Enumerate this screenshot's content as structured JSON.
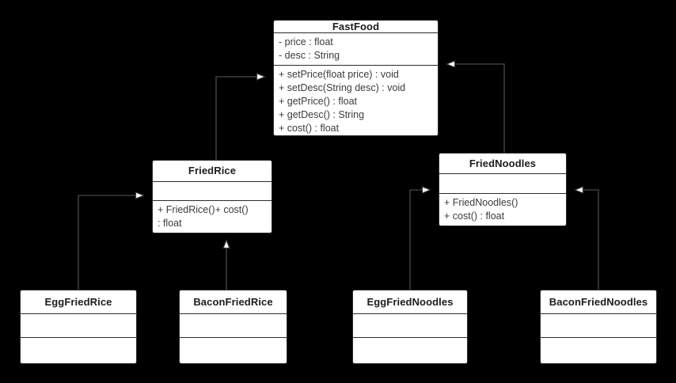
{
  "diagram": {
    "type": "uml-class-diagram",
    "title": "FastFood class hierarchy",
    "background_color": "#000000",
    "box_fill_color": "#ffffff",
    "box_border_color": "#2b2b2b",
    "line_color": "#3c3c3c",
    "relationship_type": "generalization"
  },
  "classes": [
    {
      "id": "fastfood",
      "name": "FastFood",
      "attributes": [
        "- price : float",
        "- desc : String"
      ],
      "methods": [
        "+ setPrice(float price) : void",
        "+ setDesc(String desc) : void",
        "+ getPrice() : float",
        "+ getDesc() : String",
        "+ cost() : float"
      ]
    },
    {
      "id": "friedrice",
      "name": "FriedRice",
      "attributes": [],
      "methods": [
        "+ FriedRice()+ cost()\n: float"
      ]
    },
    {
      "id": "friednoodles",
      "name": "FriedNoodles",
      "attributes": [],
      "methods": [
        "+ FriedNoodles()",
        "+ cost() : float"
      ]
    },
    {
      "id": "eggfriedrice",
      "name": "EggFriedRice",
      "attributes": [],
      "methods": []
    },
    {
      "id": "baconfriedrice",
      "name": "BaconFriedRice",
      "attributes": [],
      "methods": []
    },
    {
      "id": "eggfriednoodles",
      "name": "EggFriedNoodles",
      "attributes": [],
      "methods": []
    },
    {
      "id": "baconfriednoodles",
      "name": "BaconFriedNoodles",
      "attributes": [],
      "methods": []
    }
  ],
  "relationships": [
    {
      "from": "FriedRice",
      "to": "FastFood",
      "kind": "generalization"
    },
    {
      "from": "FriedNoodles",
      "to": "FastFood",
      "kind": "generalization"
    },
    {
      "from": "EggFriedRice",
      "to": "FriedRice",
      "kind": "generalization"
    },
    {
      "from": "BaconFriedRice",
      "to": "FriedRice",
      "kind": "generalization"
    },
    {
      "from": "EggFriedNoodles",
      "to": "FriedNoodles",
      "kind": "generalization"
    },
    {
      "from": "BaconFriedNoodles",
      "to": "FriedNoodles",
      "kind": "generalization"
    }
  ]
}
